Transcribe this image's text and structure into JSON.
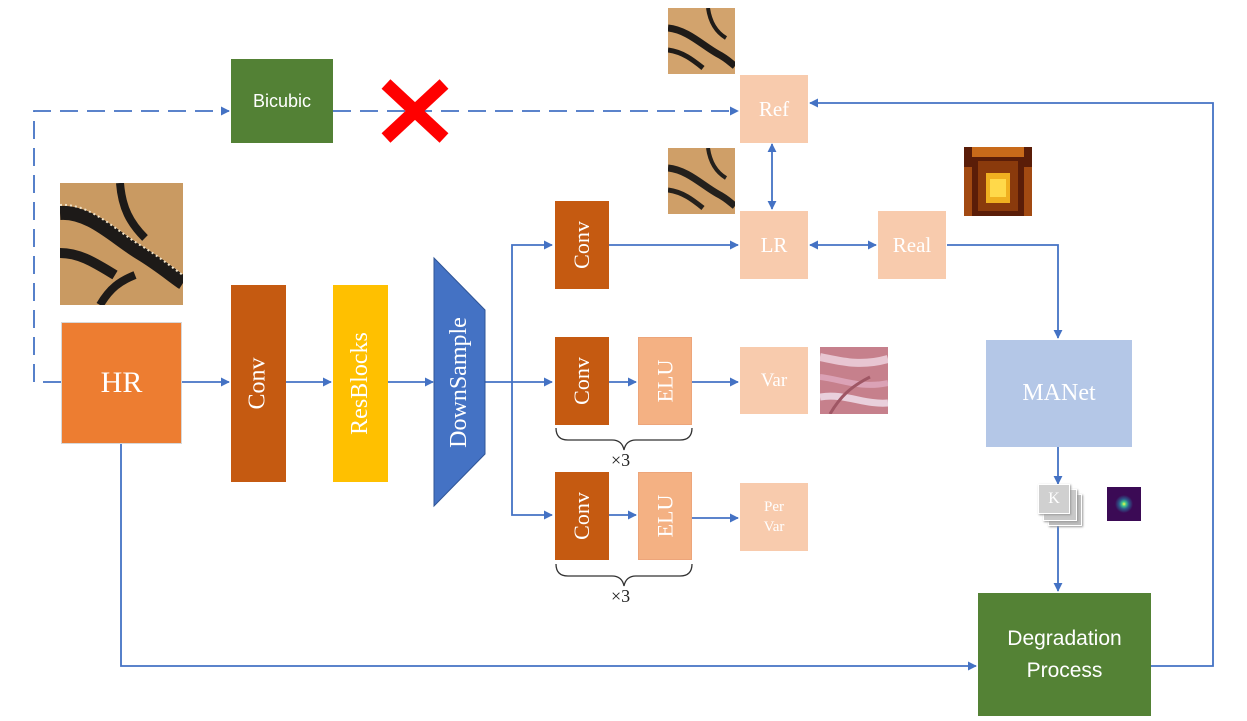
{
  "labels": {
    "bicubic": "Bicubic",
    "hr": "HR",
    "conv": "Conv",
    "resblocks": "ResBlocks",
    "downsample": "DownSample",
    "elu": "ELU",
    "ref": "Ref",
    "lr": "LR",
    "real": "Real",
    "var": "Var",
    "per_var_line1": "Per",
    "per_var_line2": "Var",
    "manet": "MANet",
    "kernel": "K",
    "degradation_line1": "Degradation",
    "degradation_line2": "Process",
    "repeat_var": "×3",
    "repeat_per_var": "×3"
  },
  "colors": {
    "arrow": "#4472c4",
    "bicubic_fill": "#538135",
    "hr_fill": "#ed7d31",
    "conv_fill": "#c55a11",
    "resblocks_fill": "#ffc000",
    "downsample_fill": "#4472c4",
    "elu_fill": "#f4b183",
    "peach_fill": "#f8cbad",
    "manet_fill": "#b4c7e7",
    "degradation_fill": "#548235",
    "cross": "#ff0000"
  },
  "icons": [
    "red-cross-icon",
    "kernel-stack-icon",
    "blur-kernel-icon"
  ]
}
